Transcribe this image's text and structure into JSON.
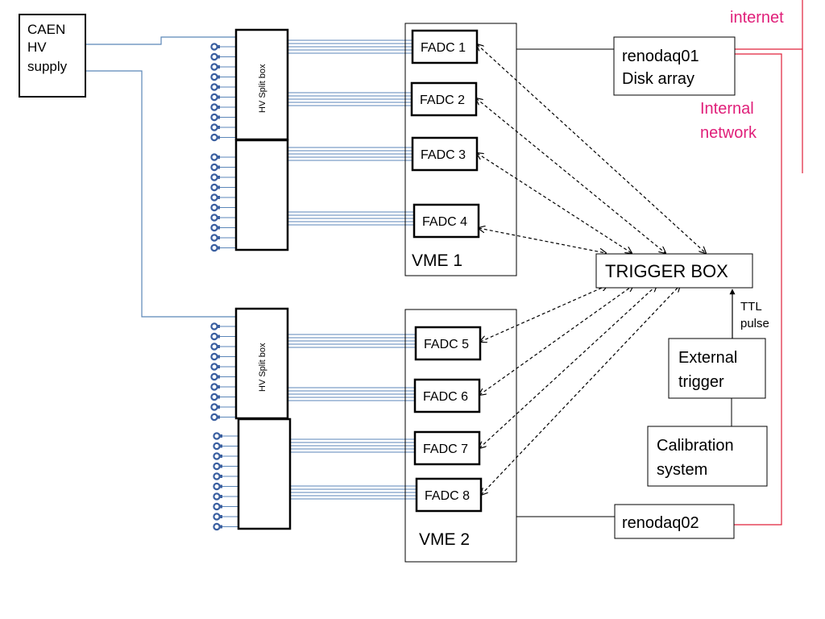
{
  "colors": {
    "hv_line": "#5b86b8",
    "network_line": "#e0203a",
    "network_text": "#e0207a",
    "box_stroke": "#000000",
    "connector": "#3a5fa0"
  },
  "icons": {
    "pmt_connector": "pmt-connector-icon"
  },
  "labels": {
    "caen": [
      "CAEN",
      "HV",
      "supply"
    ],
    "hv_split": "HV Split  box",
    "vme1": "VME 1",
    "vme2": "VME 2",
    "fadc": [
      "FADC 1",
      "FADC 2",
      "FADC 3",
      "FADC 4",
      "FADC 5",
      "FADC 6",
      "FADC 7",
      "FADC 8"
    ],
    "renodaq01": [
      "renodaq01",
      "Disk array"
    ],
    "renodaq02": "renodaq02",
    "trigger_box": "TRIGGER BOX",
    "ttl": [
      "TTL",
      "pulse"
    ],
    "external_trigger": [
      "External",
      "trigger"
    ],
    "calibration": [
      "Calibration",
      "system"
    ],
    "internet": "internet",
    "internal_network": [
      "Internal",
      "network"
    ]
  }
}
